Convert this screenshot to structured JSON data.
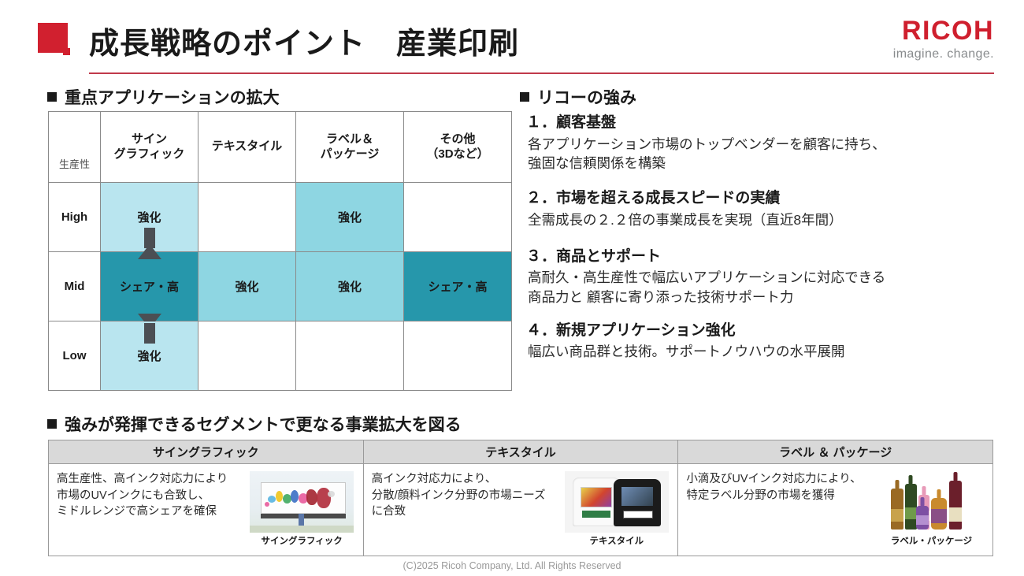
{
  "header": {
    "title": "成長戦略のポイント　産業印刷",
    "logo_name": "RICOH",
    "logo_tagline": "imagine. change.",
    "accent_red": "#d1202f"
  },
  "sections": {
    "applications_heading": "重点アプリケーションの拡大",
    "strengths_heading": "リコーの強み",
    "segments_heading": "強みが発揮できるセグメントで更なる事業拡大を図る"
  },
  "matrix": {
    "axis_label": "生産性",
    "columns": [
      "サイン\nグラフィック",
      "テキスタイル",
      "ラベル＆\nパッケージ",
      "その他\n（3Dなど）"
    ],
    "rows": [
      {
        "label": "High",
        "cells": [
          {
            "text": "強化",
            "level": "light"
          },
          {
            "text": "",
            "level": "blank"
          },
          {
            "text": "強化",
            "level": "mid"
          },
          {
            "text": "",
            "level": "blank"
          }
        ]
      },
      {
        "label": "Mid",
        "cells": [
          {
            "text": "シェア・高",
            "level": "dark"
          },
          {
            "text": "強化",
            "level": "mid"
          },
          {
            "text": "強化",
            "level": "mid"
          },
          {
            "text": "シェア・高",
            "level": "dark"
          }
        ]
      },
      {
        "label": "Low",
        "cells": [
          {
            "text": "強化",
            "level": "light"
          },
          {
            "text": "",
            "level": "blank"
          },
          {
            "text": "",
            "level": "blank"
          },
          {
            "text": "",
            "level": "blank"
          }
        ]
      }
    ],
    "colors": {
      "light": "#b9e5ef",
      "mid": "#8ed6e2",
      "dark": "#2697ab",
      "arrow": "#4b4f54"
    }
  },
  "strengths": [
    {
      "title": "１．顧客基盤",
      "body": "各アプリケーション市場のトップベンダーを顧客に持ち、\n強固な信頼関係を構築"
    },
    {
      "title": "２．市場を超える成長スピードの実績",
      "body": "全需成長の２.２倍の事業成長を実現（直近8年間）"
    },
    {
      "title": "３．商品とサポート",
      "body": "高耐久・高生産性で幅広いアプリケーションに対応できる\n商品力と 顧客に寄り添った技術サポート力"
    },
    {
      "title": "４．新規アプリケーション強化",
      "body": "幅広い商品群と技術。サポートノウハウの水平展開"
    }
  ],
  "segments": [
    {
      "header": "サイングラフィック",
      "text": "高生産性、高インク対応力により\n市場のUVインクにも合致し、\nミドルレンジで高シェアを確保",
      "thumb_caption": "サイングラフィック",
      "thumb_kind": "billboard-image"
    },
    {
      "header": "テキスタイル",
      "text": "高インク対応力により、\n分散/顔料インク分野の市場ニーズ\nに合致",
      "thumb_caption": "テキスタイル",
      "thumb_kind": "tshirt-image"
    },
    {
      "header": "ラベル ＆ パッケージ",
      "text": "小滴及びUVインク対応力により、\n特定ラベル分野の市場を獲得",
      "thumb_caption": "ラベル・パッケージ",
      "thumb_kind": "bottles-image"
    }
  ],
  "footer": "(C)2025 Ricoh Company, Ltd. All Rights Reserved"
}
